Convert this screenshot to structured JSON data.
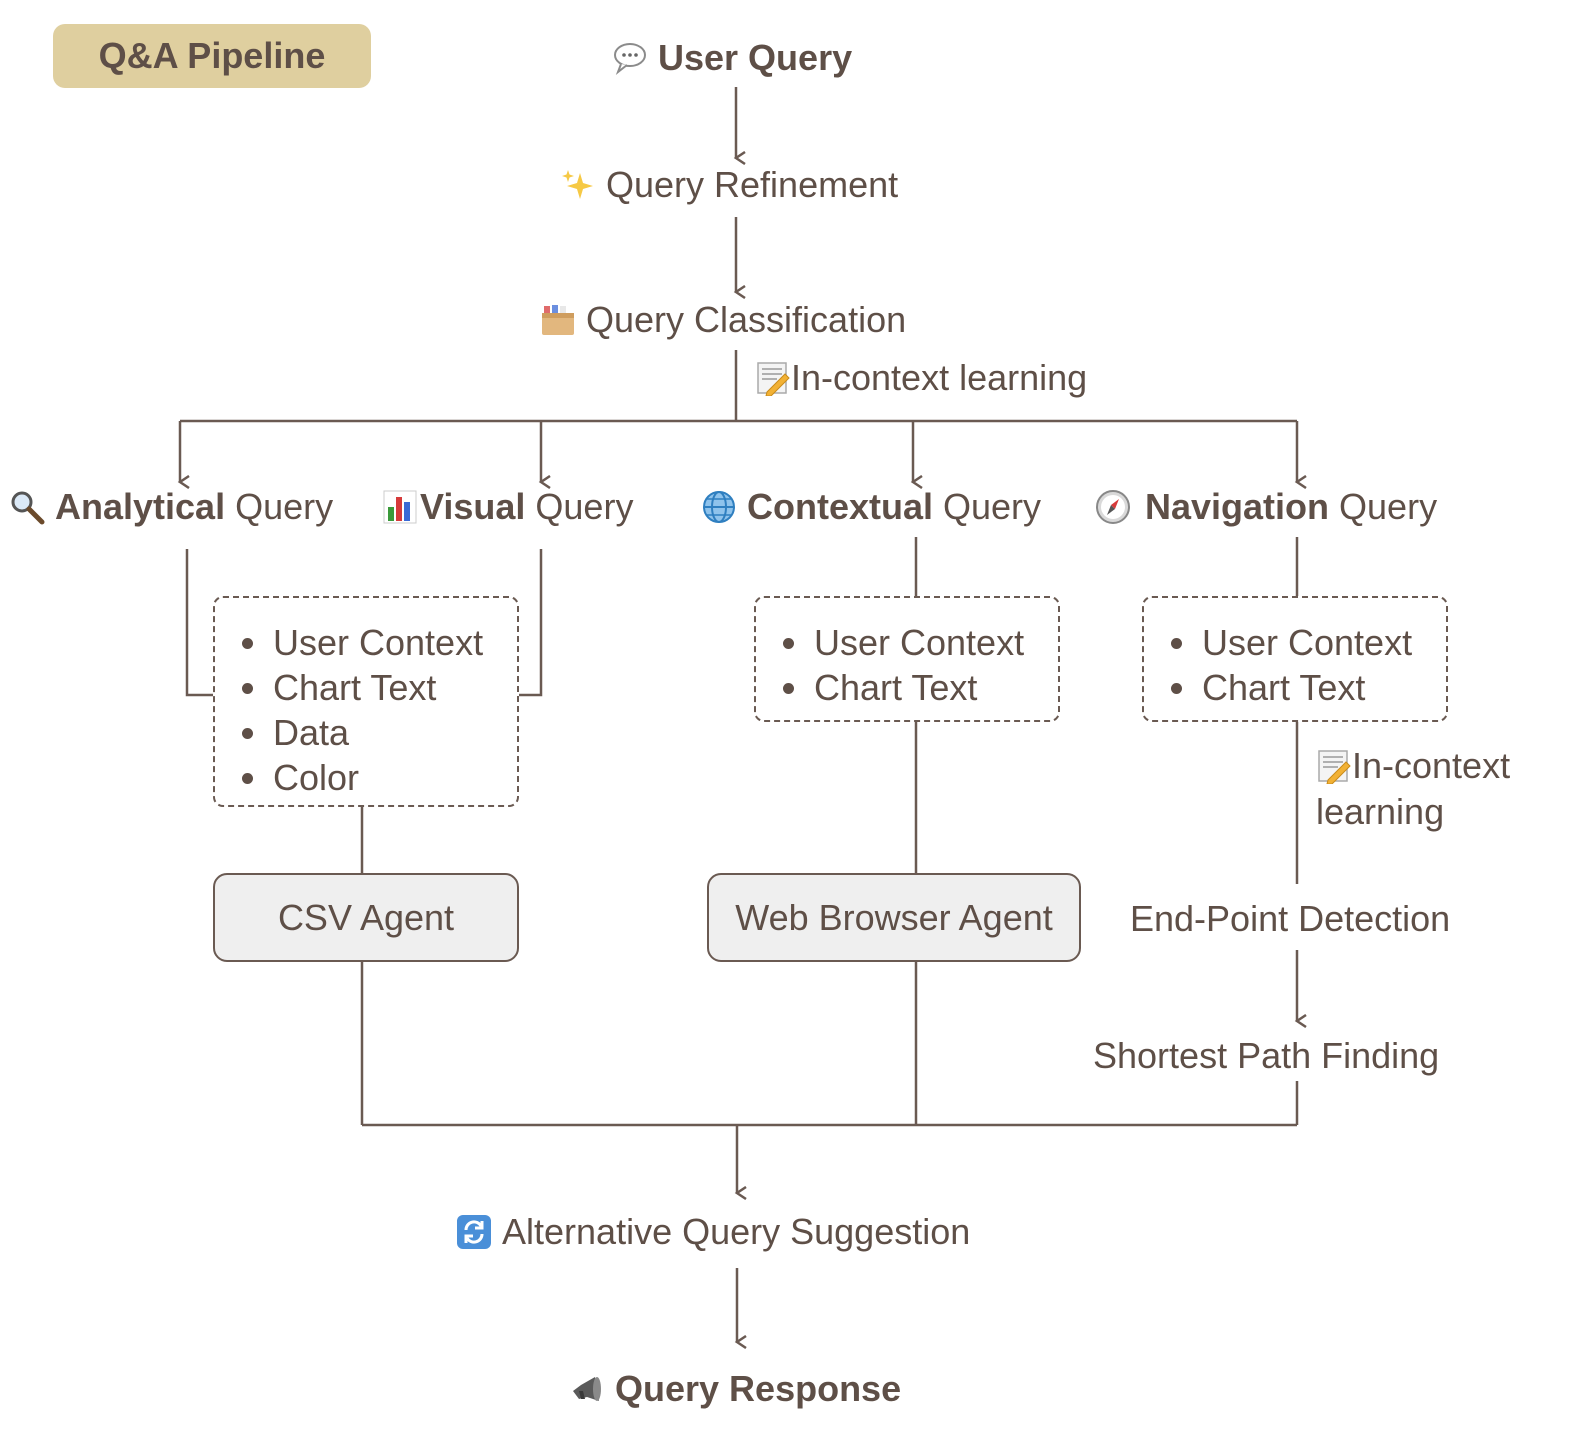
{
  "badge": "Q&A Pipeline",
  "nodes": {
    "user_query": {
      "icon": "speech-bubble-icon",
      "text": "User Query"
    },
    "query_refinement": {
      "icon": "sparkles-icon",
      "text": "Query Refinement"
    },
    "query_classification": {
      "icon": "card-file-box-icon",
      "text": "Query Classification"
    },
    "in_context_learning_top": {
      "icon": "memo-icon",
      "text": "In-context learning"
    },
    "analytical": {
      "icon": "magnifier-icon",
      "bold": "Analytical",
      "rest": "Query"
    },
    "visual": {
      "icon": "bar-chart-icon",
      "bold": "Visual",
      "rest": "Query"
    },
    "contextual": {
      "icon": "globe-icon",
      "bold": "Contextual",
      "rest": "Query"
    },
    "navigation": {
      "icon": "compass-icon",
      "bold": "Navigation",
      "rest": "Query"
    },
    "in_context_learning_nav": {
      "icon": "memo-icon",
      "line1": "In-context",
      "line2": "learning"
    },
    "end_point_detection": "End-Point Detection",
    "shortest_path_finding": "Shortest Path Finding",
    "alternative_query": {
      "icon": "arrows-cycle-icon",
      "text": "Alternative Query Suggestion"
    },
    "query_response": {
      "icon": "speaker-icon",
      "text": "Query Response"
    }
  },
  "context_boxes": {
    "analytical_visual": [
      "User Context",
      "Chart Text",
      "Data",
      "Color"
    ],
    "contextual": [
      "User Context",
      "Chart Text"
    ],
    "navigation": [
      "User Context",
      "Chart Text"
    ]
  },
  "agents": {
    "csv": "CSV Agent",
    "web_browser": "Web Browser Agent"
  },
  "colors": {
    "line": "#6a5a52",
    "text": "#5e4f47",
    "badge_bg": "#dfcf9f",
    "agent_bg": "#efefef"
  }
}
